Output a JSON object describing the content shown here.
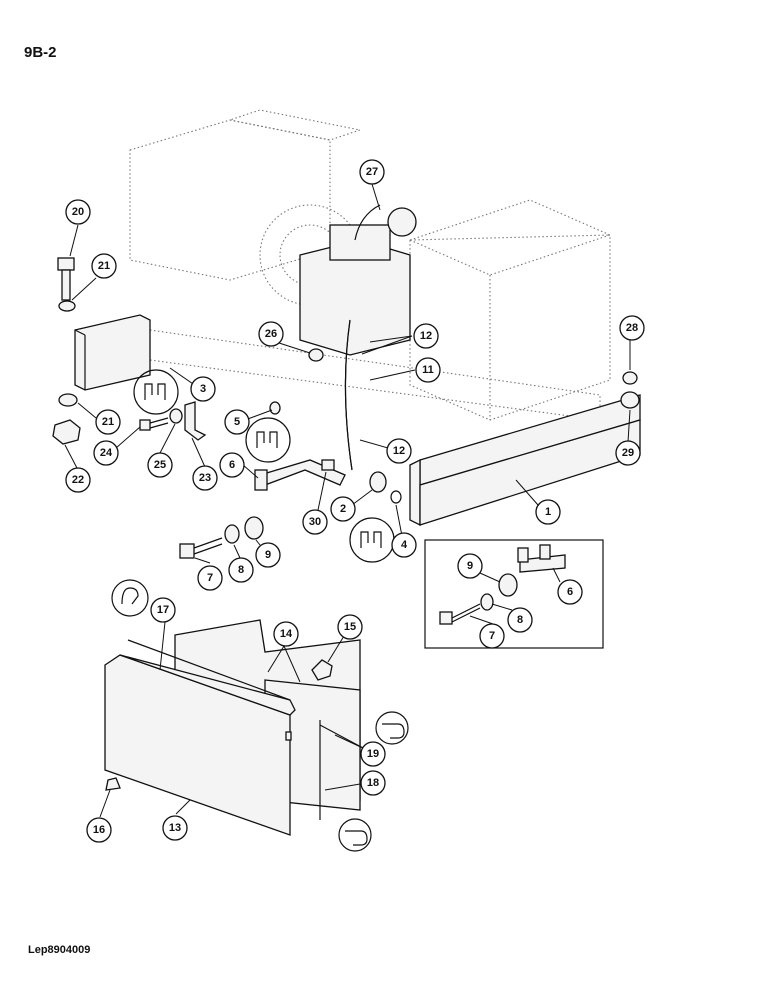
{
  "header": {
    "page_code": "9B-2"
  },
  "footer": {
    "document_ref": "Lep8904009"
  },
  "callouts": [
    "1",
    "2",
    "3",
    "4",
    "5",
    "6",
    "7",
    "8",
    "9",
    "11",
    "12",
    "13",
    "14",
    "15",
    "16",
    "17",
    "18",
    "19",
    "20",
    "21",
    "22",
    "23",
    "24",
    "25",
    "26",
    "27",
    "28",
    "29",
    "30"
  ],
  "colors": {
    "line": "#111111",
    "ghost": "#777777",
    "panel_fill": "#f4f4f4"
  },
  "icons": [
    "seal-symbol-icon",
    "u-clip-icon",
    "rotate-arrow-icon"
  ]
}
